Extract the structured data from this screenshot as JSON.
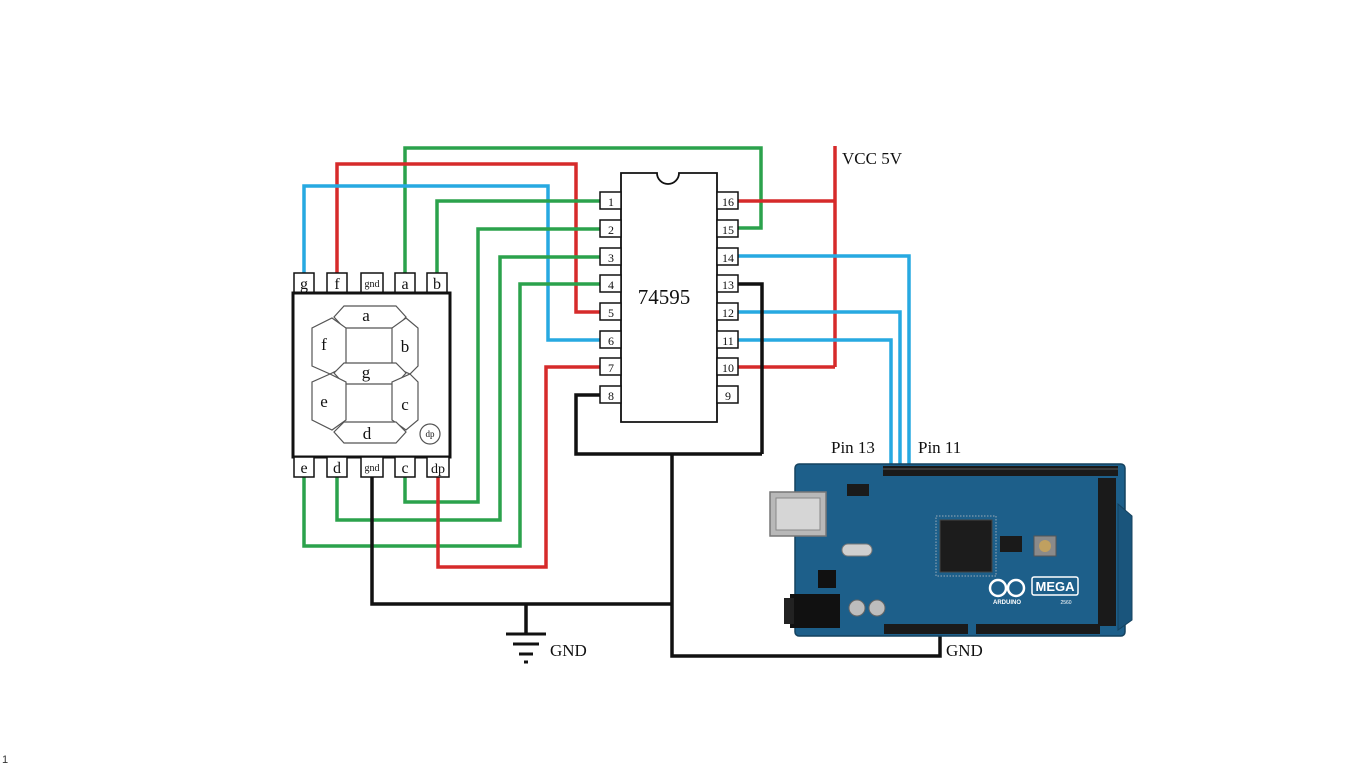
{
  "slide_number": "1",
  "display": {
    "segments": [
      "a",
      "b",
      "c",
      "d",
      "e",
      "f",
      "g"
    ],
    "dp_label": "dp",
    "top_pins": [
      "g",
      "f",
      "gnd",
      "a",
      "b"
    ],
    "bottom_pins": [
      "e",
      "d",
      "gnd",
      "c",
      "dp"
    ]
  },
  "chip": {
    "name": "74595",
    "left_pins": [
      "1",
      "2",
      "3",
      "4",
      "5",
      "6",
      "7",
      "8"
    ],
    "right_pins": [
      "16",
      "15",
      "14",
      "13",
      "12",
      "11",
      "10",
      "9"
    ]
  },
  "labels": {
    "vcc": "VCC  5V",
    "pin13": "Pin 13",
    "pin11": "Pin 11",
    "gnd_symbol": "GND",
    "gnd_arduino": "GND"
  },
  "arduino": {
    "brand": "ARDUINO",
    "model": "MEGA",
    "number": "2560"
  },
  "colors": {
    "red": "#d62a2a",
    "blue": "#27a9e1",
    "green": "#2ba24c",
    "black": "#111111",
    "board": "#1d5f8a"
  }
}
